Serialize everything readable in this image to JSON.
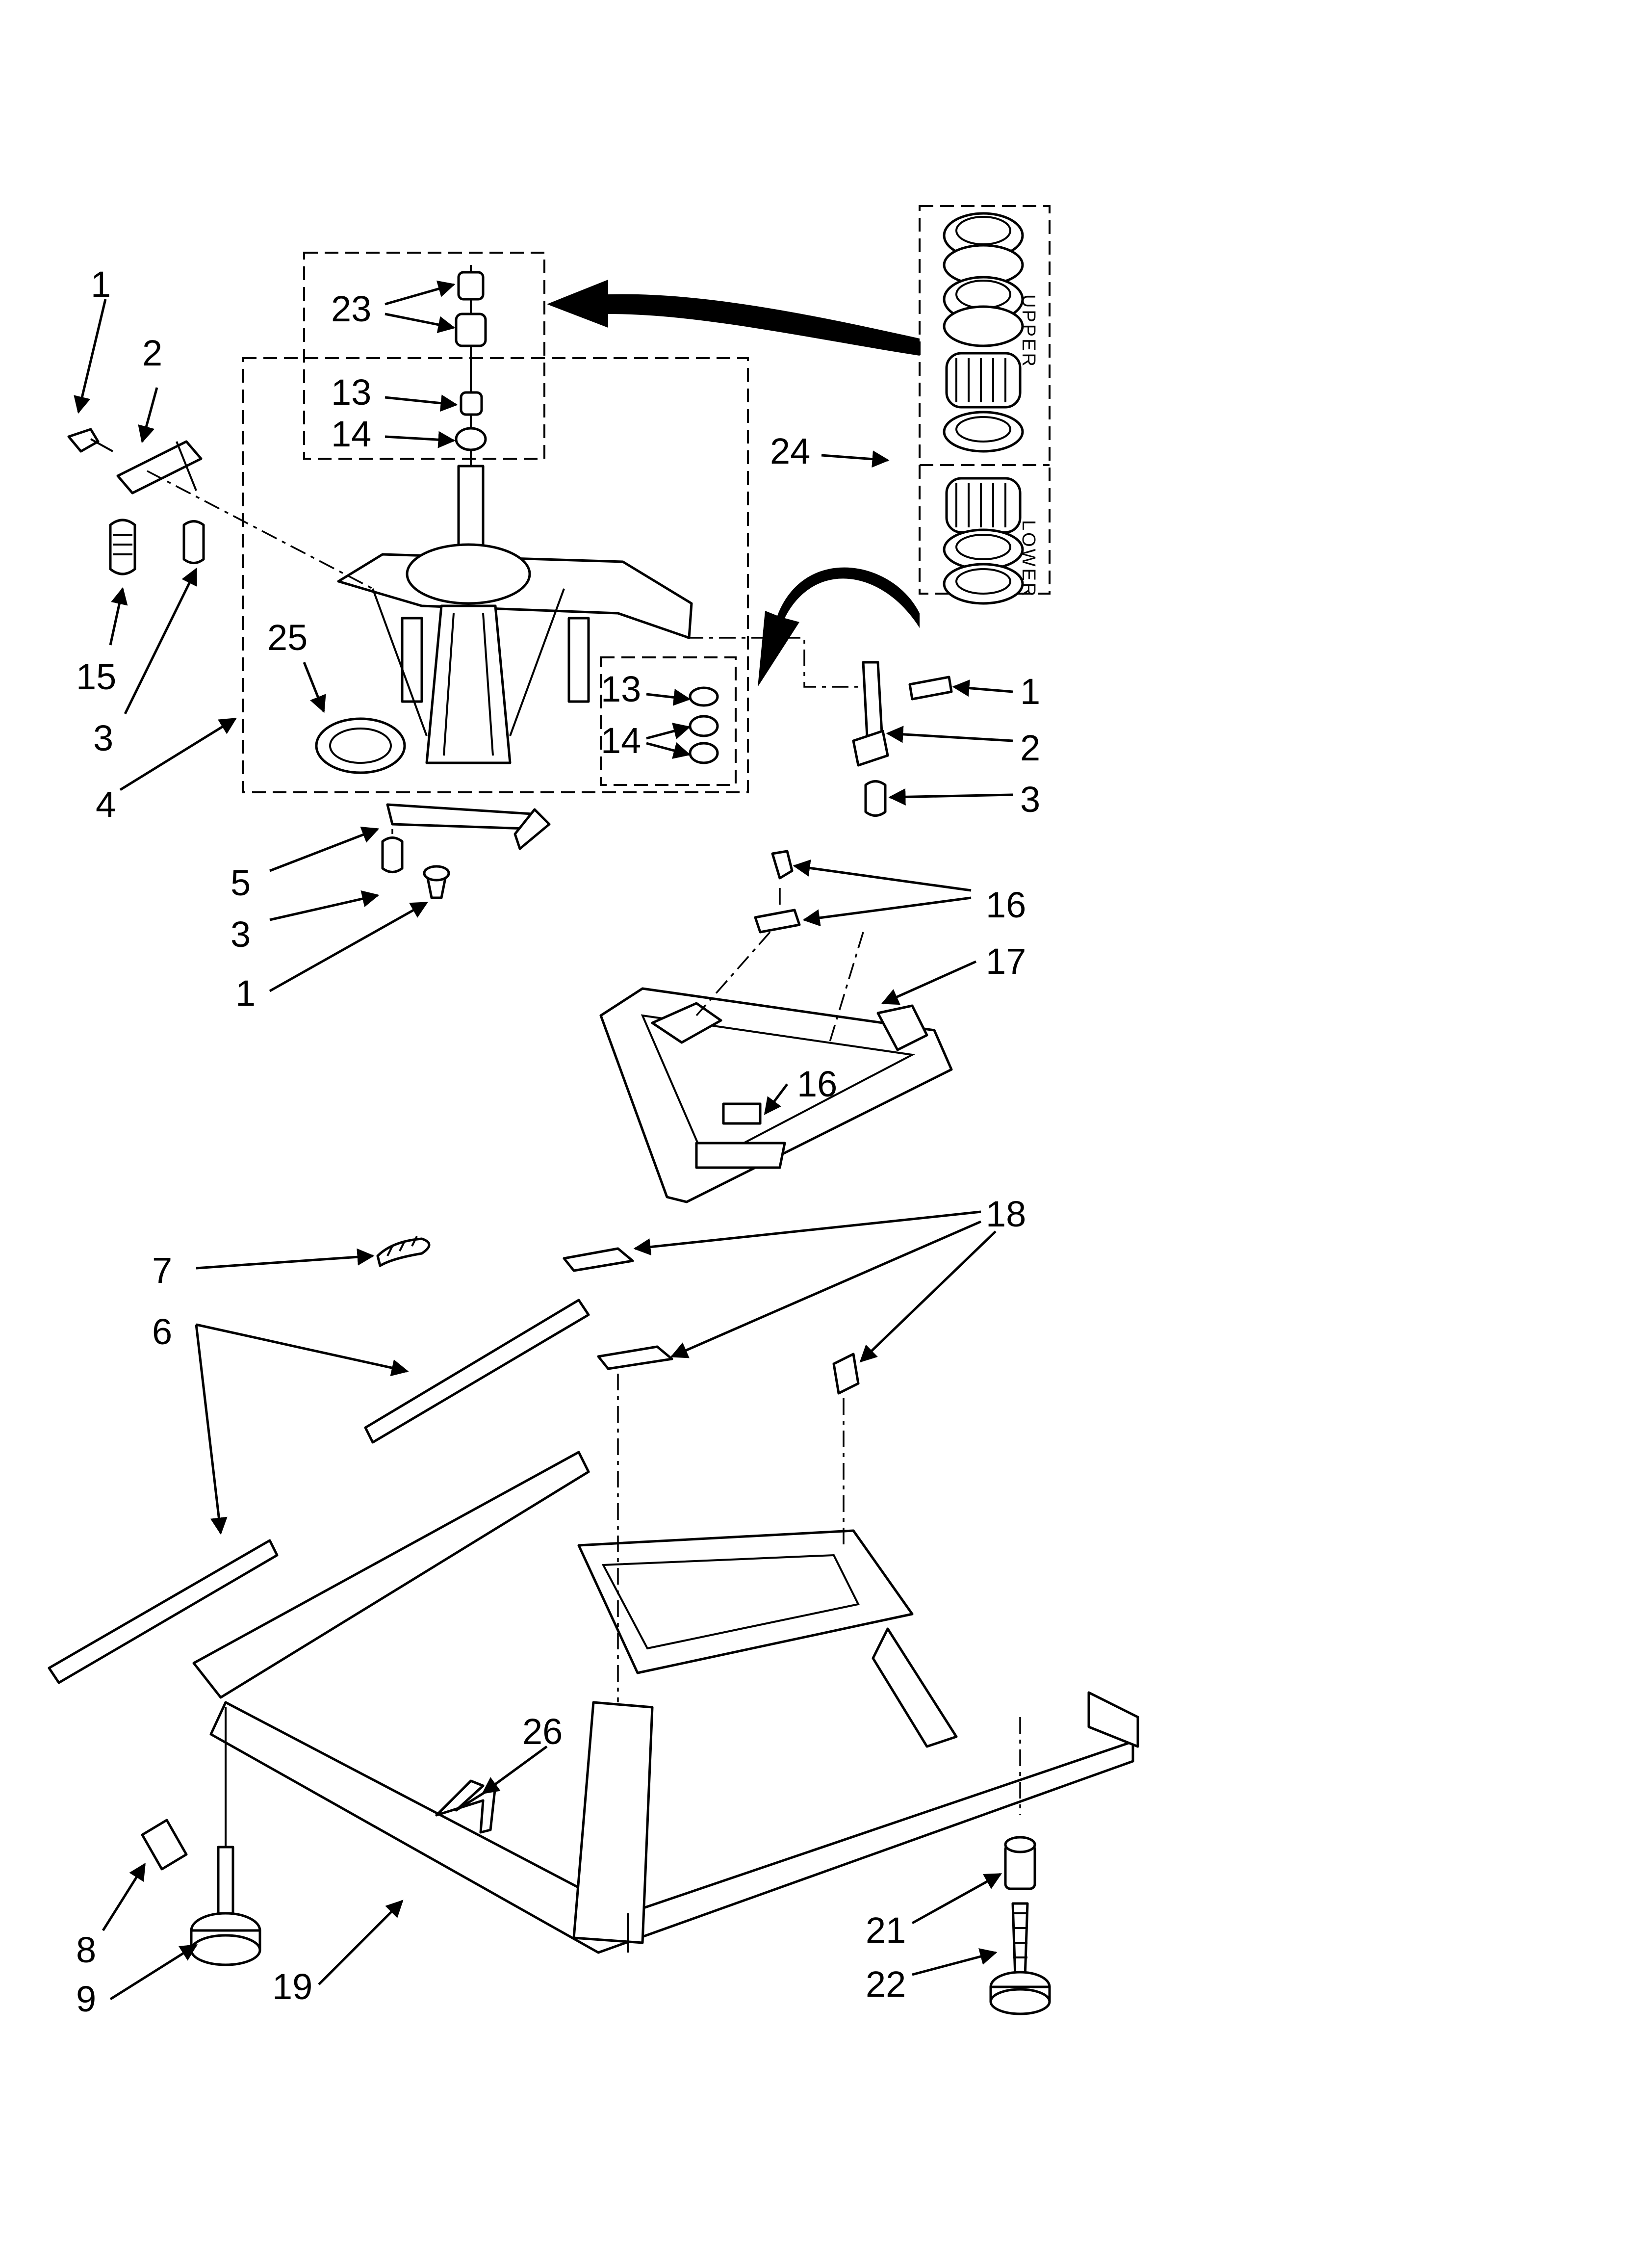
{
  "callouts": {
    "c1a": "1",
    "c2a": "2",
    "c23": "23",
    "c13a": "13",
    "c14a": "14",
    "c24": "24",
    "c15": "15",
    "c3a": "3",
    "c25": "25",
    "c4": "4",
    "c13b": "13",
    "c14b": "14",
    "c1b": "1",
    "c2b": "2",
    "c3b": "3",
    "c5": "5",
    "c3c": "3",
    "c1c": "1",
    "c16a": "16",
    "c17": "17",
    "c16b": "16",
    "c18": "18",
    "c7": "7",
    "c6": "6",
    "c26": "26",
    "c8": "8",
    "c9": "9",
    "c19": "19",
    "c21": "21",
    "c22": "22"
  },
  "labels": {
    "upper": "UPPER",
    "lower": "LOWER"
  },
  "colors": {
    "ink": "#000000",
    "paper": "#ffffff"
  }
}
